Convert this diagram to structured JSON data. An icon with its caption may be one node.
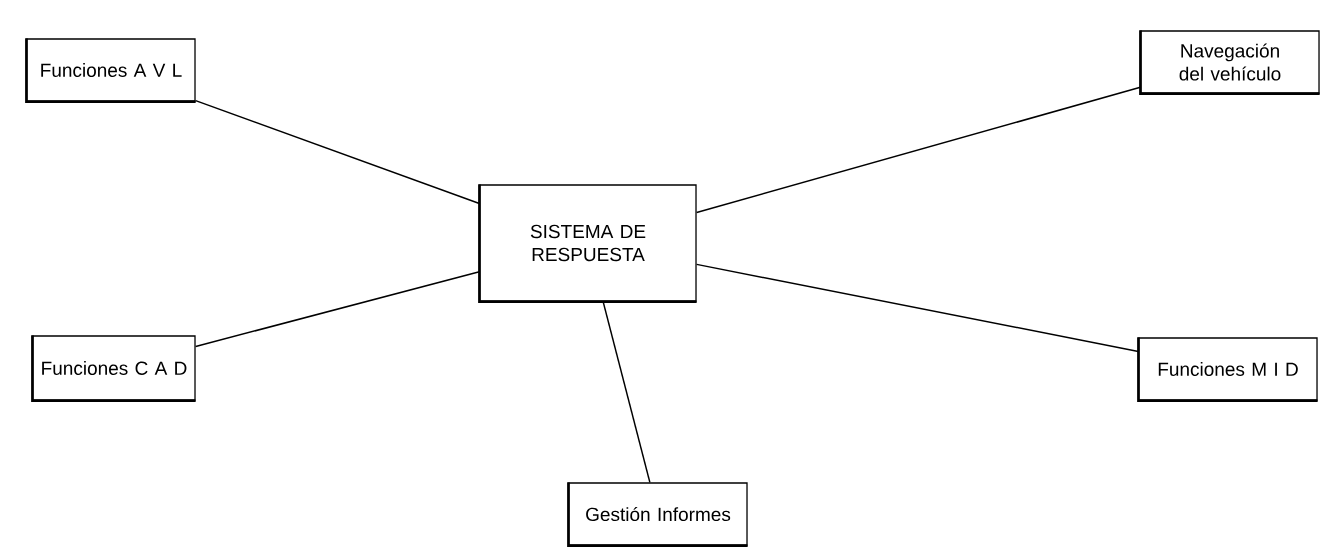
{
  "diagram": {
    "nodes": [
      {
        "text": [
          "Funciones A V L"
        ]
      },
      {
        "text": [
          "Navegación del vehículo"
        ]
      },
      {
        "text": [
          "SISTEMA DE RESPUESTA"
        ]
      },
      {
        "text": [
          "Funciones C A D"
        ]
      },
      {
        "text": [
          "Funciones M I D"
        ]
      },
      {
        "text": [
          "Gestión Informes"
        ]
      }
    ],
    "edges": [
      {
        "from": 2,
        "to": 0,
        "arrow": "none"
      },
      {
        "from": 2,
        "to": 1,
        "arrow": "none"
      },
      {
        "from": 2,
        "to": 3,
        "arrow": "none"
      },
      {
        "from": 2,
        "to": 4,
        "arrow": "none"
      },
      {
        "from": 2,
        "to": 5,
        "arrow": "none"
      }
    ]
  }
}
